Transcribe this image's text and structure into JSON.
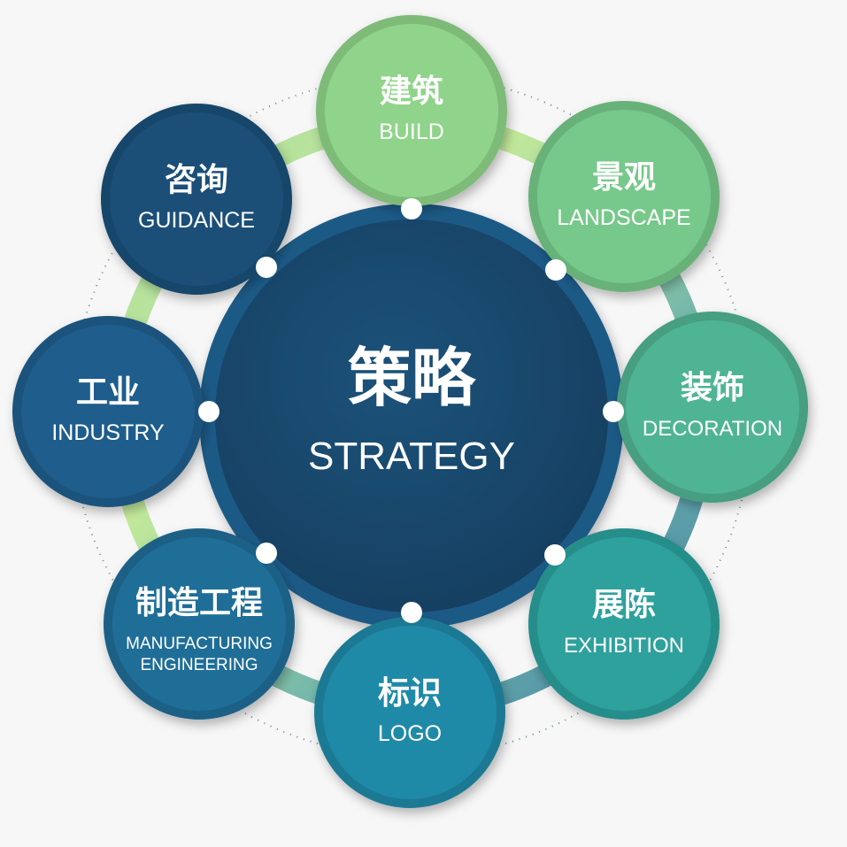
{
  "center": {
    "cn": "策略",
    "en": "STRATEGY",
    "color": "#1a4d72"
  },
  "nodes": [
    {
      "id": "build",
      "cn": "建筑",
      "en": [
        "BUILD"
      ],
      "color": "#8fd48a"
    },
    {
      "id": "landscape",
      "cn": "景观",
      "en": [
        "LANDSCAPE"
      ],
      "color": "#76c98a"
    },
    {
      "id": "decoration",
      "cn": "装饰",
      "en": [
        "DECORATION"
      ],
      "color": "#4fb493"
    },
    {
      "id": "exhibition",
      "cn": "展陈",
      "en": [
        "EXHIBITION"
      ],
      "color": "#2ea19d"
    },
    {
      "id": "logo",
      "cn": "标识",
      "en": [
        "LOGO"
      ],
      "color": "#1f8aa8"
    },
    {
      "id": "engineering",
      "cn": "制造工程",
      "en": [
        "MANUFACTURING",
        "ENGINEERING"
      ],
      "color": "#1f6e98"
    },
    {
      "id": "industry",
      "cn": "工业",
      "en": [
        "INDUSTRY"
      ],
      "color": "#1e5d8c"
    },
    {
      "id": "guidance",
      "cn": "咨询",
      "en": [
        "GUIDANCE"
      ],
      "color": "#1b4f78"
    }
  ]
}
